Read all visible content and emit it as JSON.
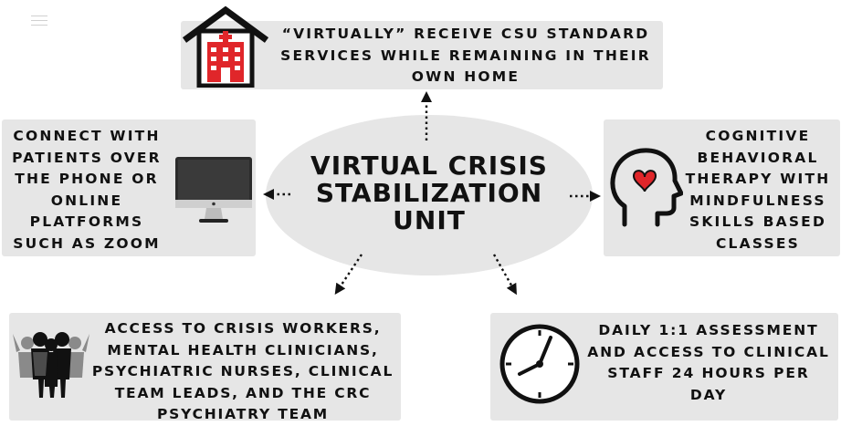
{
  "center": {
    "line1": "VIRTUAL CRISIS",
    "line2": "STABILIZATION",
    "line3": "UNIT"
  },
  "top": {
    "line1": "“VIRTUALLY” RECEIVE CSU STANDARD",
    "line2": "SERVICES WHILE REMAINING IN THEIR",
    "line3": "OWN HOME",
    "icon": "hospital-icon"
  },
  "left": {
    "lines": [
      "CONNECT WITH",
      "PATIENTS OVER",
      "THE PHONE OR",
      "ONLINE",
      "PLATFORMS",
      "SUCH AS ZOOM"
    ],
    "icon": "computer-monitor-icon"
  },
  "right": {
    "lines": [
      "COGNITIVE",
      "BEHAVIORAL",
      "THERAPY WITH",
      "MINDFULNESS",
      "SKILLS BASED",
      "CLASSES"
    ],
    "icon": "head-heart-icon"
  },
  "bottom_left": {
    "lines": [
      "ACCESS TO CRISIS WORKERS,",
      "MENTAL HEALTH CLINICIANS,",
      "PSYCHIATRIC NURSES, CLINICAL",
      "TEAM LEADS, AND THE CRC",
      "PSYCHIATRY TEAM"
    ],
    "icon": "team-people-icon"
  },
  "bottom_right": {
    "lines": [
      "DAILY 1:1 ASSESSMENT",
      "AND ACCESS TO CLINICAL",
      "STAFF 24 HOURS PER",
      "DAY"
    ],
    "icon": "clock-icon"
  },
  "colors": {
    "box_fill": "#e6e6e6",
    "text": "#111111",
    "accent_red": "#e0262a"
  }
}
